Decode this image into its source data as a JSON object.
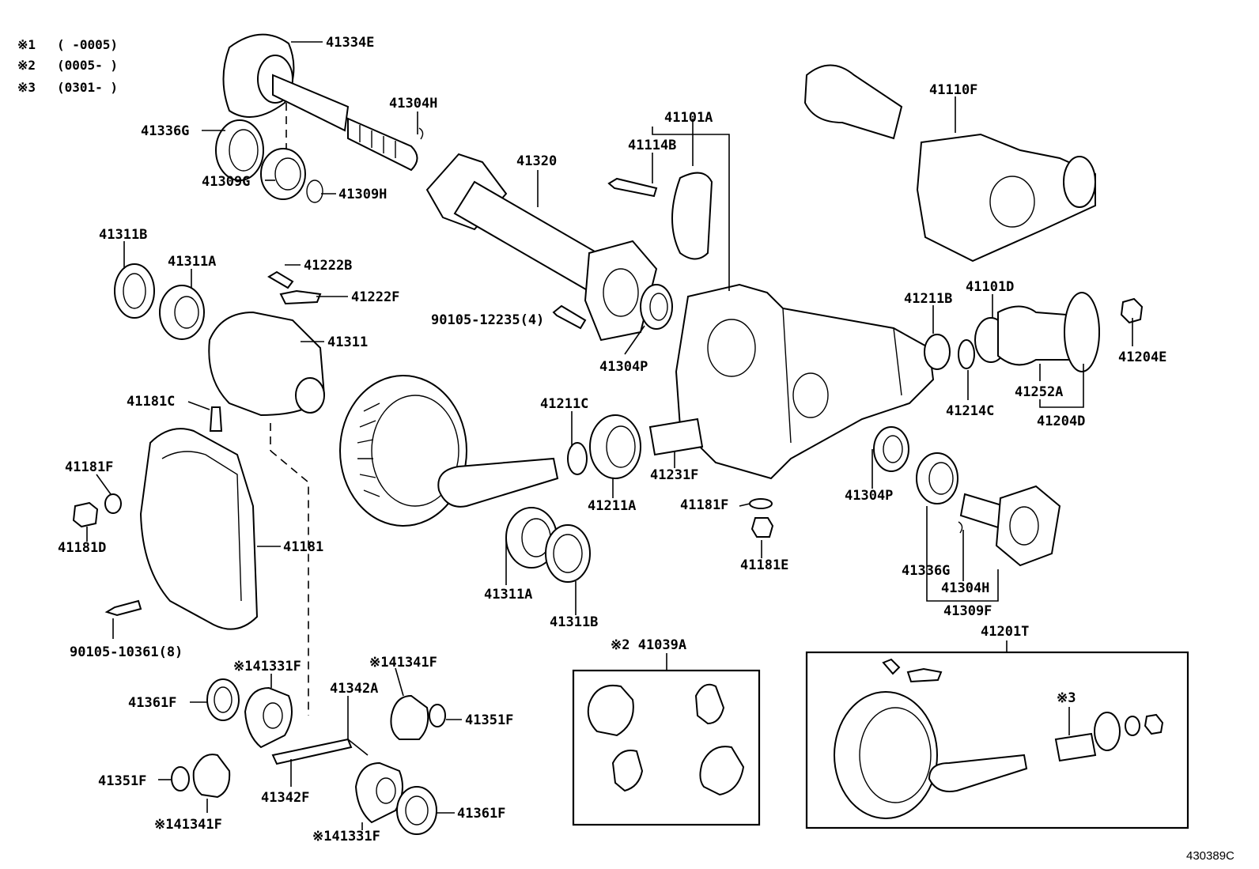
{
  "notes": [
    {
      "mark": "※1",
      "range": "(     -0005)"
    },
    {
      "mark": "※2",
      "range": "(0005-     )"
    },
    {
      "mark": "※3",
      "range": "(0301-     )"
    }
  ],
  "callouts": {
    "c41334E": "41334E",
    "c41304H_top": "41304H",
    "c41336G_top": "41336G",
    "c41309G": "41309G",
    "c41309H": "41309H",
    "c41320": "41320",
    "c41101A": "41101A",
    "c41114B": "41114B",
    "c41110F": "41110F",
    "c41311B_top": "41311B",
    "c41311A_top": "41311A",
    "c41222B": "41222B",
    "c41222F": "41222F",
    "c41311": "41311",
    "c90105_12235": "90105-12235(4)",
    "c41304P_top": "41304P",
    "c41211B": "41211B",
    "c41101D": "41101D",
    "c41204E": "41204E",
    "c41214C": "41214C",
    "c41252A": "41252A",
    "c41204D": "41204D",
    "c41181C": "41181C",
    "c41211C": "41211C",
    "c41231F": "41231F",
    "c41211A": "41211A",
    "c41181F_left": "41181F",
    "c41181D": "41181D",
    "c41181": "41181",
    "c41181F_mid": "41181F",
    "c41181E": "41181E",
    "c41304P_mid": "41304P",
    "c41336G_bot": "41336G",
    "c41304H_bot": "41304H",
    "c41309F": "41309F",
    "c41311A_bot": "41311A",
    "c41311B_bot": "41311B",
    "c90105_10361": "90105-10361(8)",
    "c41331F_top": "※141331F",
    "c41341F_top": "※141341F",
    "c41361F_left": "41361F",
    "c41342A": "41342A",
    "c41351F_right": "41351F",
    "c41351F_left": "41351F",
    "c41342F": "41342F",
    "c41341F_bot": "※141341F",
    "c41361F_right": "41361F",
    "c41331F_bot": "※141331F",
    "c41039A": "※2 41039A",
    "c41201T": "41201T",
    "c_mark3": "※3"
  },
  "figure_ref": "430389C",
  "colors": {
    "ink": "#000000",
    "paper": "#ffffff"
  }
}
